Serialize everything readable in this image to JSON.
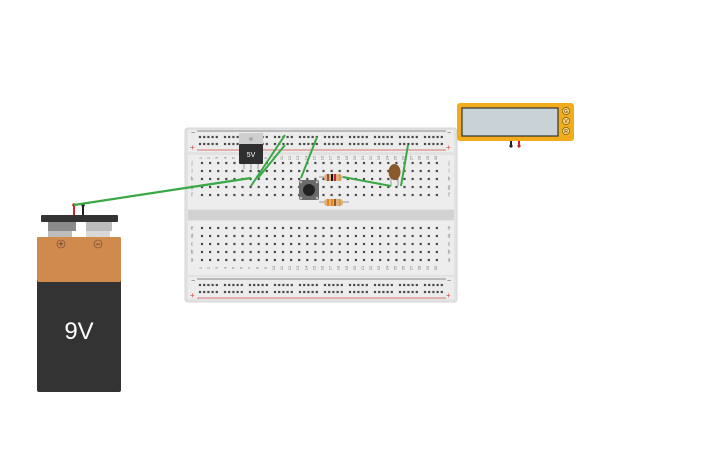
{
  "battery": {
    "voltage_label": "9V",
    "plus_symbol": "+",
    "minus_symbol": "−",
    "body_color": "#333333",
    "cap_color": "#d08a4e"
  },
  "breadboard": {
    "rail_plus": "+",
    "rail_minus": "−",
    "column_numbers": [
      "1",
      "2",
      "3",
      "4",
      "5",
      "6",
      "7",
      "8",
      "9",
      "10",
      "11",
      "12",
      "13",
      "14",
      "15",
      "16",
      "17",
      "18",
      "19",
      "20",
      "21",
      "22",
      "23",
      "24",
      "25",
      "26",
      "27",
      "28",
      "29",
      "30"
    ],
    "row_letters_top": [
      "j",
      "i",
      "h",
      "g",
      "f"
    ],
    "row_letters_bottom": [
      "e",
      "d",
      "c",
      "b",
      "a"
    ],
    "plus_rail_color": "#d04a4a",
    "minus_rail_color": "#555555"
  },
  "regulator": {
    "label": "5V"
  },
  "lcd": {
    "pins": [
      "G",
      "V",
      "R"
    ],
    "frame_color": "#f2ab1a",
    "screen_color": "#c9d2d6"
  },
  "wire_color": "#3aa845"
}
